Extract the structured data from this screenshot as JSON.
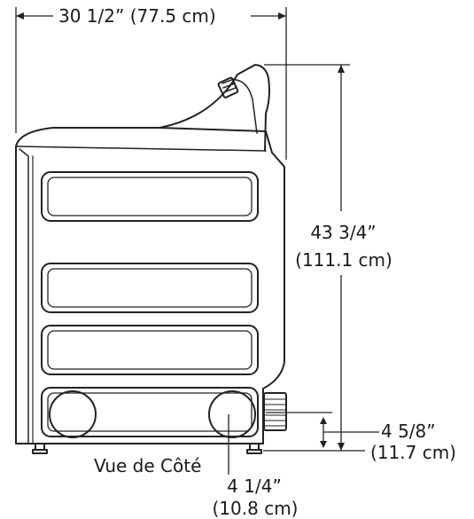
{
  "diagram": {
    "view_label": "Vue de Côté",
    "width_dim": "30 1/2” (77.5 cm)",
    "height_dim_in": "43 3/4”",
    "height_dim_cm": "(111.1 cm)",
    "leg_height_in": "4 5/8”",
    "leg_height_cm": "(11.7 cm)",
    "foot_offset_in": "4 1/4”",
    "foot_offset_cm": "(10.8 cm)"
  }
}
